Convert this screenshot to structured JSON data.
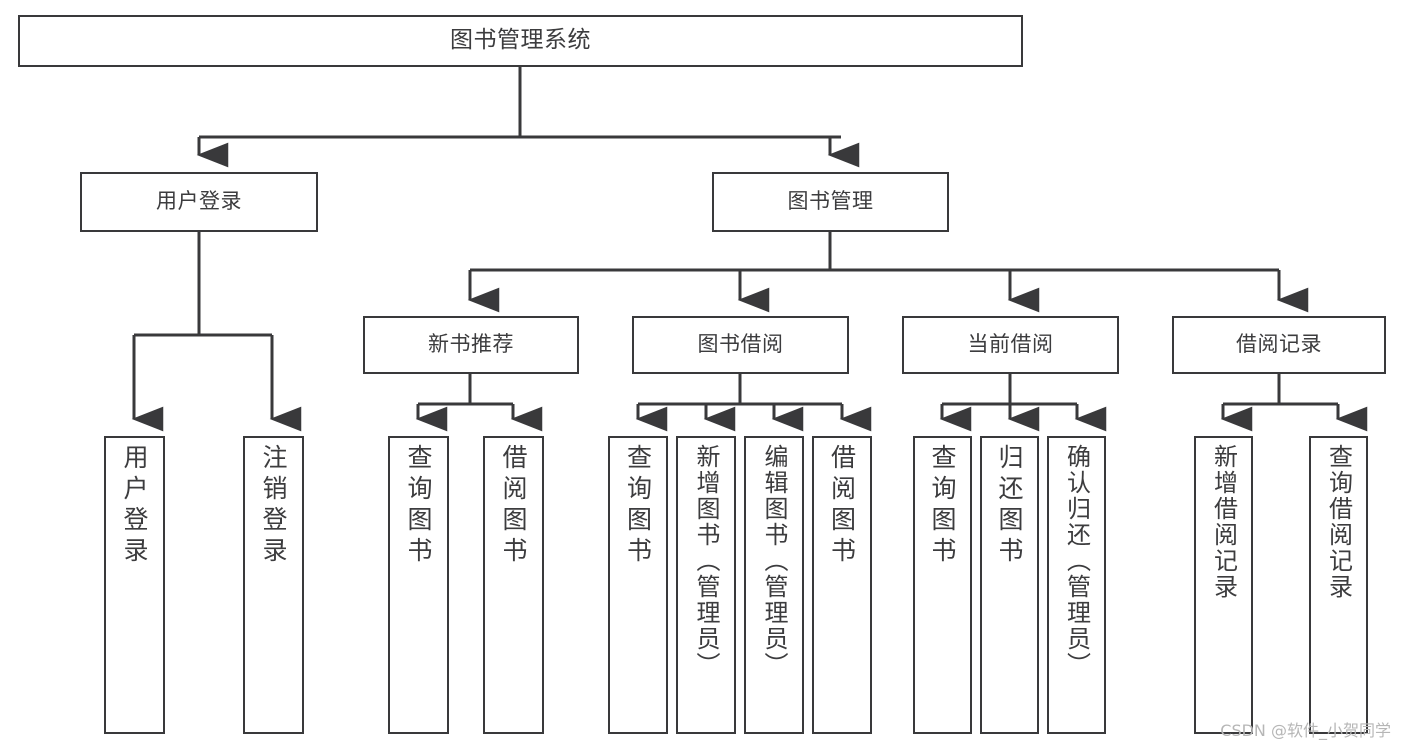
{
  "diagram": {
    "title": "图书管理系统",
    "type": "tree",
    "orientation": "top-down",
    "colors": {
      "box_border": "#39393b",
      "box_fill": "#ffffff",
      "edge": "#39393b",
      "text": "#3c3c3e",
      "watermark": "#b6b6b6",
      "background": "#ffffff"
    },
    "root": {
      "id": "root",
      "label": "图书管理系统"
    },
    "level1": [
      {
        "id": "user-login",
        "label": "用户登录"
      },
      {
        "id": "book-manage",
        "label": "图书管理"
      }
    ],
    "level2": [
      {
        "id": "new-book-rec",
        "label": "新书推荐",
        "parent": "book-manage"
      },
      {
        "id": "book-borrow",
        "label": "图书借阅",
        "parent": "book-manage"
      },
      {
        "id": "current-loan",
        "label": "当前借阅",
        "parent": "book-manage"
      },
      {
        "id": "loan-record",
        "label": "借阅记录",
        "parent": "book-manage"
      }
    ],
    "leaves": [
      {
        "id": "leaf-1",
        "label": "用户登录",
        "parent": "user-login"
      },
      {
        "id": "leaf-2",
        "label": "注销登录",
        "parent": "user-login"
      },
      {
        "id": "leaf-3",
        "label": "查询图书",
        "parent": "new-book-rec"
      },
      {
        "id": "leaf-4",
        "label": "借阅图书",
        "parent": "new-book-rec"
      },
      {
        "id": "leaf-5",
        "label": "查询图书",
        "parent": "book-borrow"
      },
      {
        "id": "leaf-6",
        "label": "新增图书（管理员）",
        "parent": "book-borrow"
      },
      {
        "id": "leaf-7",
        "label": "编辑图书（管理员）",
        "parent": "book-borrow"
      },
      {
        "id": "leaf-8",
        "label": "借阅图书",
        "parent": "book-borrow"
      },
      {
        "id": "leaf-9",
        "label": "查询图书",
        "parent": "current-loan"
      },
      {
        "id": "leaf-10",
        "label": "归还图书",
        "parent": "current-loan"
      },
      {
        "id": "leaf-11",
        "label": "确认归还（管理员）",
        "parent": "current-loan"
      },
      {
        "id": "leaf-12",
        "label": "新增借阅记录",
        "parent": "loan-record"
      },
      {
        "id": "leaf-13",
        "label": "查询借阅记录",
        "parent": "loan-record"
      }
    ]
  },
  "watermark": {
    "text": "CSDN @软件_小贺同学"
  }
}
